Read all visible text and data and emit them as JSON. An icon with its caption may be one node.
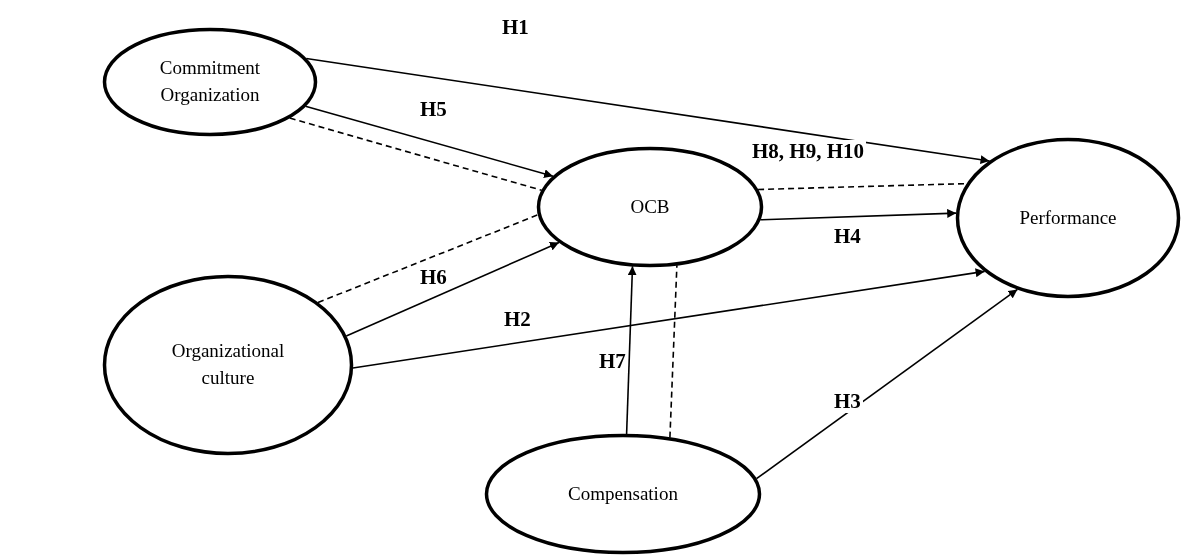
{
  "diagram": {
    "nodes": [
      {
        "text": [
          "Commitment Organization"
        ]
      },
      {
        "text": [
          "OCB"
        ]
      },
      {
        "text": [
          "Performance"
        ]
      },
      {
        "text": [
          "Organizational culture"
        ]
      },
      {
        "text": [
          "Compensation"
        ]
      }
    ],
    "edges": [
      {
        "from": 0,
        "to": 2,
        "arrow": "to",
        "label": "H1"
      },
      {
        "from": 0,
        "to": 1,
        "arrow": "to",
        "label": "H5"
      },
      {
        "from": 0,
        "to": 1,
        "arrow": "none",
        "style": "dashed"
      },
      {
        "from": 1,
        "to": 2,
        "arrow": "none",
        "style": "dashed",
        "label": "H8, H9, H10"
      },
      {
        "from": 1,
        "to": 2,
        "arrow": "to",
        "label": "H4"
      },
      {
        "from": 3,
        "to": 1,
        "arrow": "none",
        "style": "dashed"
      },
      {
        "from": 3,
        "to": 1,
        "arrow": "to",
        "label": "H6"
      },
      {
        "from": 3,
        "to": 2,
        "arrow": "to",
        "label": "H2"
      },
      {
        "from": 4,
        "to": 1,
        "arrow": "to",
        "label": "H7"
      },
      {
        "from": 4,
        "to": 1,
        "arrow": "none",
        "style": "dashed"
      },
      {
        "from": 4,
        "to": 2,
        "arrow": "to",
        "label": "H3"
      }
    ]
  }
}
